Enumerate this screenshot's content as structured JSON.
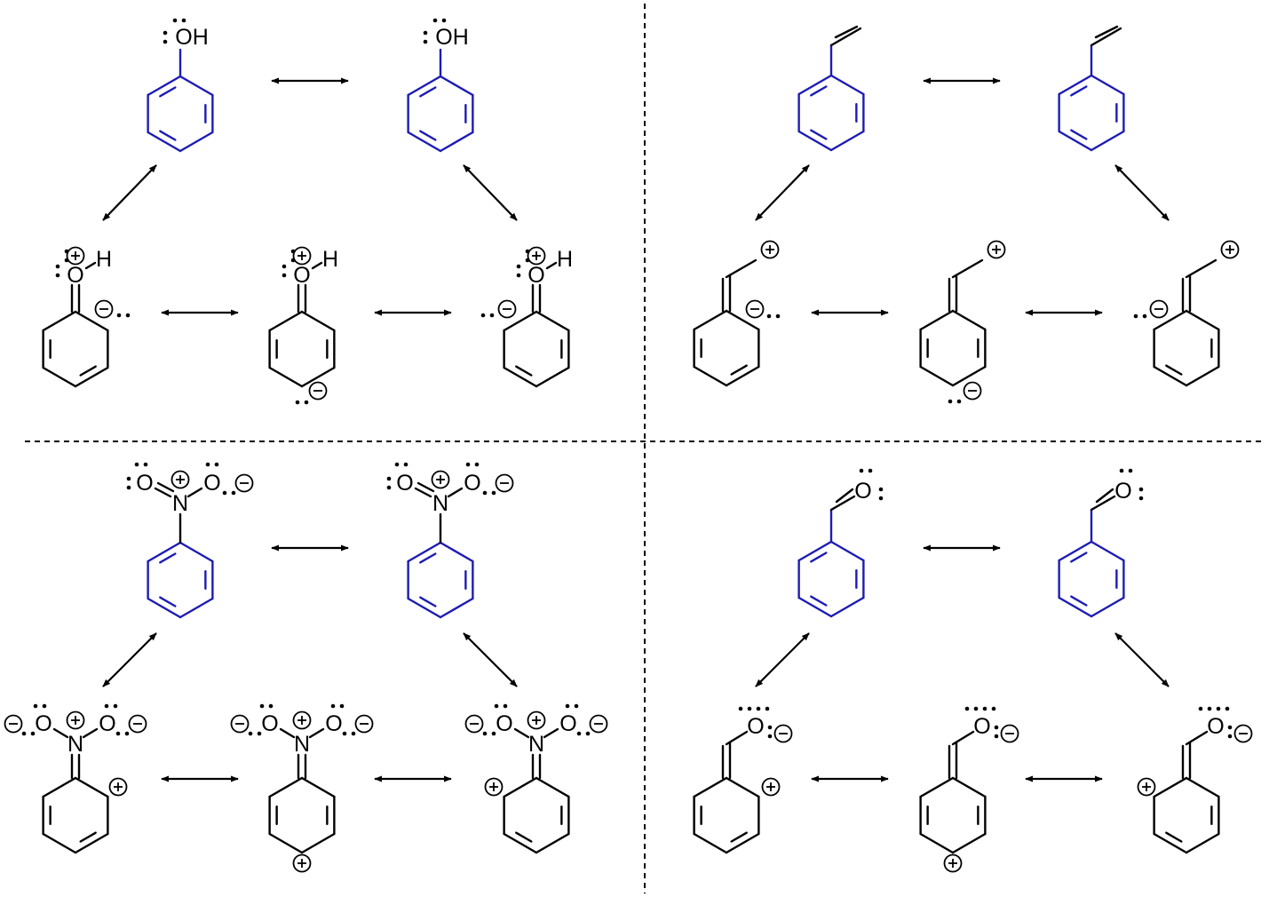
{
  "colors": {
    "aromatic_ring": "#1c1cb4",
    "ink": "#000000",
    "background": "#ffffff"
  },
  "labels": {
    "hydroxyl": "OH",
    "oxygen": "O",
    "hydrogen": "H",
    "nitrogen": "N",
    "plus": "+",
    "minus": "−"
  },
  "panels": [
    {
      "substituent": "hydroxyl",
      "structures": 5
    },
    {
      "substituent": "vinyl",
      "structures": 5
    },
    {
      "substituent": "nitro",
      "structures": 5
    },
    {
      "substituent": "formyl",
      "structures": 5
    }
  ]
}
